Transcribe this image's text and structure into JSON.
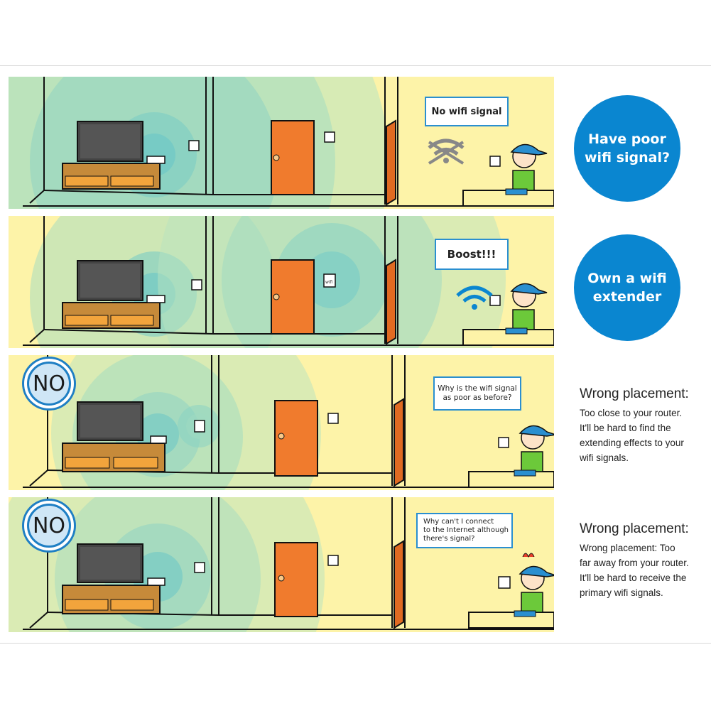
{
  "panels": [
    {
      "bubble": "No wifi signal",
      "callout": "Have poor\nwifi signal?"
    },
    {
      "bubble": "Boost!!!",
      "callout": "Own a wifi\nextender"
    },
    {
      "badge": "NO",
      "bubble": "Why is the wifi signal\nas poor as before?",
      "heading": "Wrong placement:",
      "body": "Too close to your router.\nIt'll be hard to find the\nextending effects to your\nwifi signals."
    },
    {
      "badge": "NO",
      "bubble": "Why can't I connect\nto the Internet although\nthere's signal?",
      "heading": "Wrong placement:",
      "body": "Wrong placement: Too\nfar away from your router.\nIt'll be hard to receive the\nprimary wifi signals."
    }
  ],
  "extender_label": "wifi",
  "colors": {
    "wall": "#fdf3a8",
    "door": "#f07b2d",
    "signal": "#5ec8c8",
    "accent": "#0a86d0",
    "shirt": "#6cc93a",
    "cap": "#2a8fd0"
  }
}
